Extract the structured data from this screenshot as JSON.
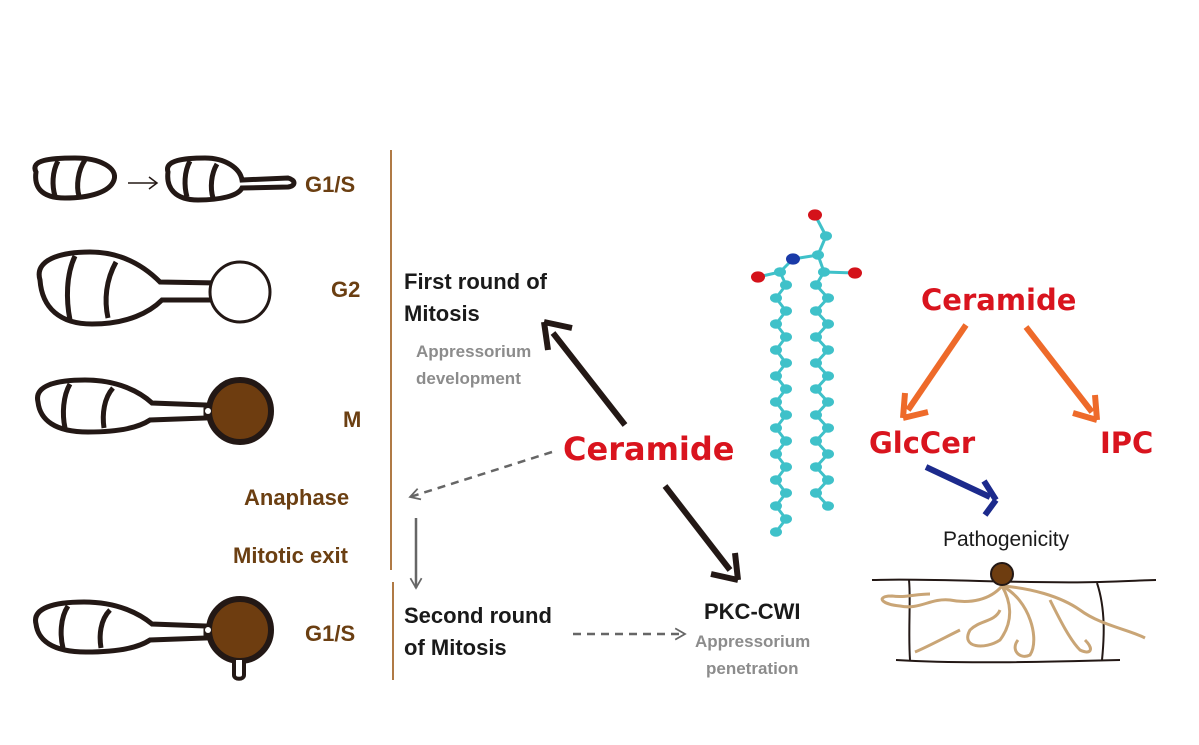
{
  "phases": {
    "g1s_top": "G1/S",
    "g2": "G2",
    "m": "M",
    "anaphase": "Anaphase",
    "mitotic_exit": "Mitotic exit",
    "g1s_bottom": "G1/S"
  },
  "mitosis": {
    "first_round_line1": "First round of",
    "first_round_line2": "Mitosis",
    "first_sub_line1": "Appressorium",
    "first_sub_line2": "development",
    "second_round_line1": "Second round",
    "second_round_line2": "of Mitosis"
  },
  "center": {
    "ceramide": "Ceramide",
    "pkc": "PKC-CWI",
    "pkc_sub_line1": "Appressorium",
    "pkc_sub_line2": "penetration"
  },
  "pathway": {
    "ceramide": "Ceramide",
    "glccer": "GlcCer",
    "ipc": "IPC",
    "pathogenicity": "Pathogenicity"
  },
  "colors": {
    "phase_text": "#6b3f12",
    "appressorium_fill": "#6e3d10",
    "timeline": "#b07a45",
    "ceramide_red": "#d9141e",
    "orange_arrow": "#ee6a2a",
    "navy_arrow": "#1c2a8c",
    "hypha": "#c9a576",
    "atom_carbon": "#3fc1c9",
    "atom_oxygen": "#d4121a",
    "atom_nitrogen": "#1a3aa8"
  }
}
